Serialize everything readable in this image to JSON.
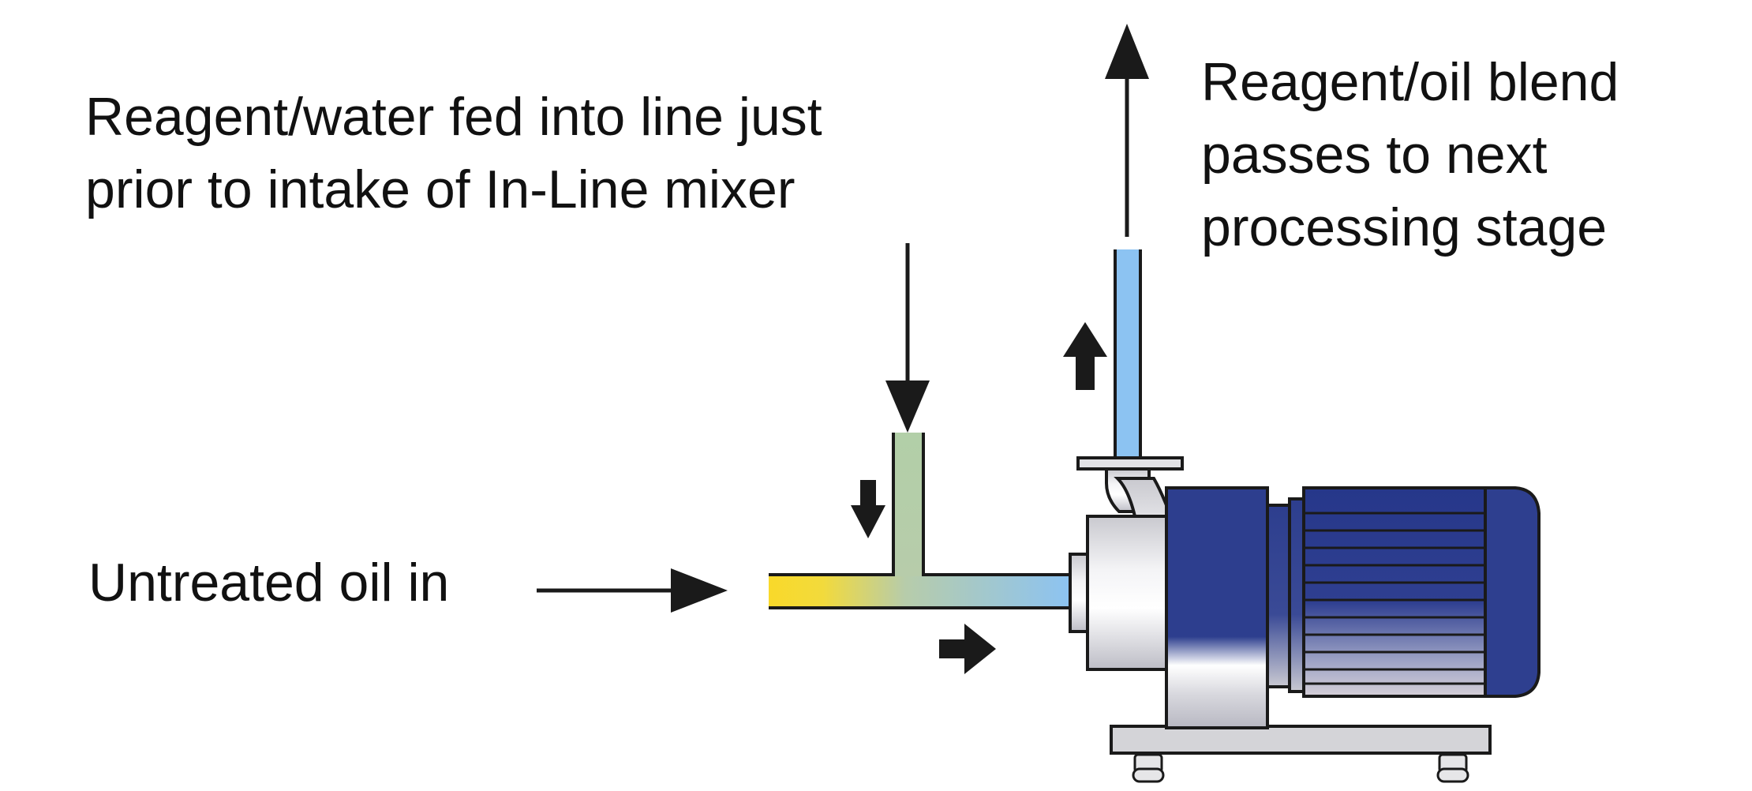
{
  "labels": {
    "reagent_water": [
      "Reagent/water fed into line just",
      "prior to intake of In-Line mixer"
    ],
    "reagent_oil": [
      "Reagent/oil blend",
      "passes to next",
      "processing stage"
    ],
    "untreated_oil": "Untreated oil in"
  },
  "colors": {
    "oil": "#f9d92a",
    "blend": "#8cc3f2",
    "mix_mid": "#b7ccaa",
    "motor": "#2e3f8f",
    "outline": "#1a1a1a",
    "steel": "#d8d8dc"
  }
}
